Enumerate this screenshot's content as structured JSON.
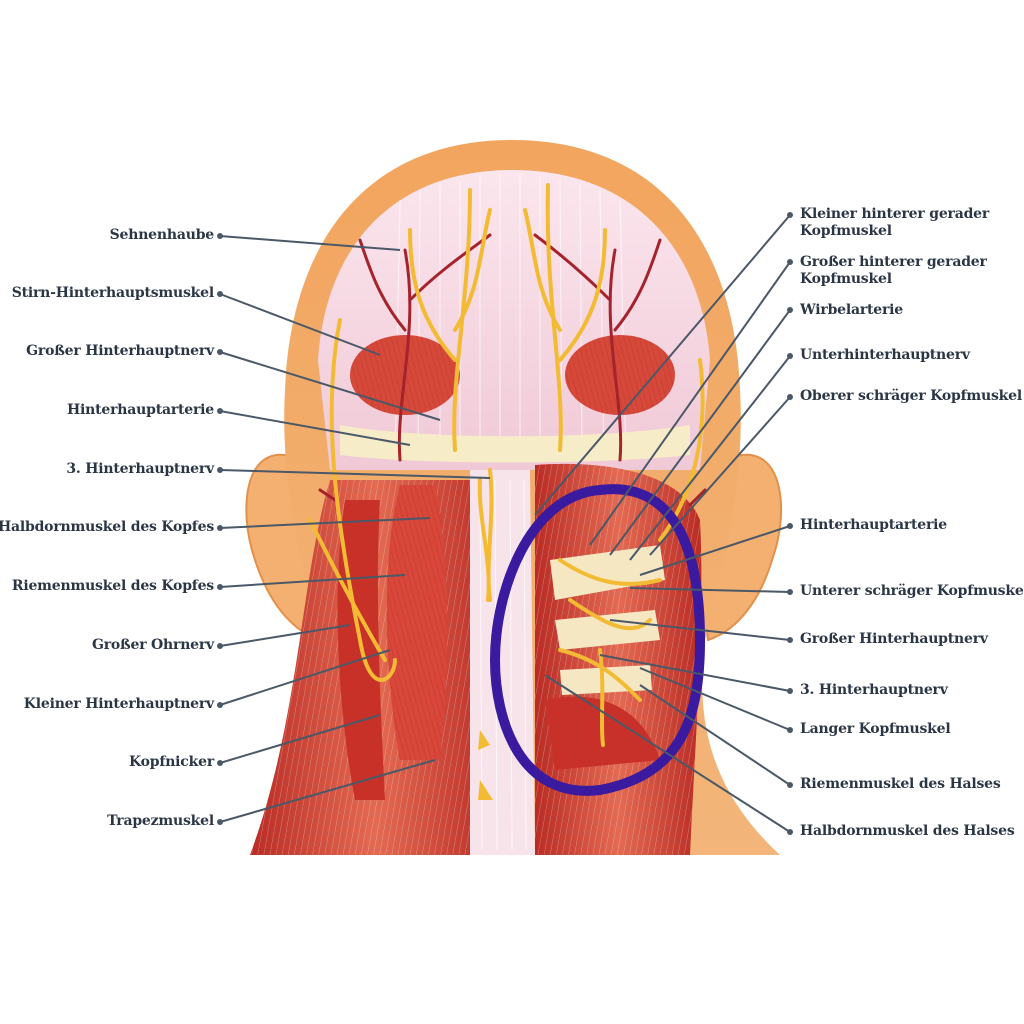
{
  "left_labels": [
    "Sehnenhaube",
    "Stirn-Hinterhauptsmuskel",
    "Großer Hinterhauptnerv",
    "Hinterhauptarterie",
    "3. Hinterhauptnerv",
    "Halbdornmuskel des Kopfes",
    "Riemenmuskel des Kopfes",
    "Großer Ohrnerv",
    "Kleiner Hinterhauptnerv",
    "Kopfnicker",
    "Trapezmuskel"
  ],
  "right_labels": [
    "Kleiner hinterer gerader Kopfmuskel",
    "Großer hinterer gerader Kopfmuskel",
    "Wirbelarterie",
    "Unterhinterhauptnerv",
    "Oberer schräger Kopfmuskel",
    "Hinterhauptarterie",
    "Unterer schräger Kopfmuskel",
    "Großer Hinterhauptnerv",
    "3. Hinterhauptnerv",
    "Langer Kopfmuskel",
    "Riemenmuskel des Halses",
    "Halbdornmuskel des Halses"
  ],
  "colors": {
    "skin": "#f0a766",
    "skin_light": "#f6c08a",
    "muscle": "#c9352b",
    "muscle_light": "#e0644f",
    "nerve": "#f2bb33",
    "artery": "#a5232c",
    "aponeurosis": "#f3dde6",
    "highlight_circle": "#3a1a9e",
    "leader_line": "#4a5868"
  }
}
